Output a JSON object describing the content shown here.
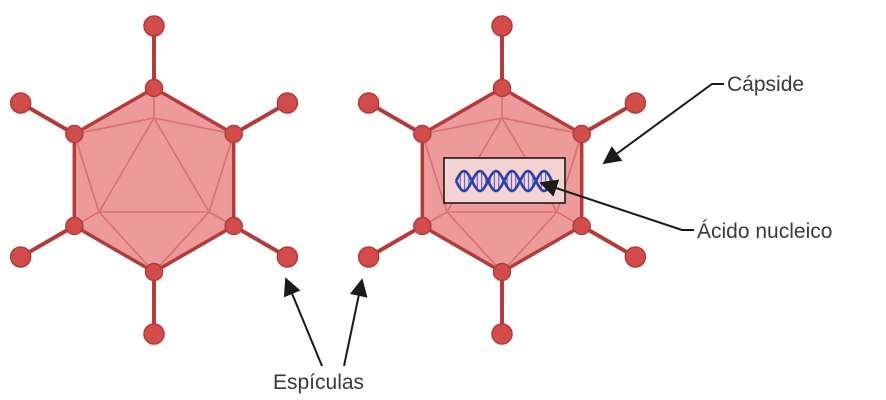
{
  "labels": {
    "capsid": "Cápside",
    "nucleic_acid": "Ácido nucleico",
    "spikes": "Espículas"
  },
  "colors": {
    "body_fill": "#ec9a9a",
    "face_stroke": "#d96f6f",
    "edge_stroke": "#b53a3a",
    "spike": "#b53a3a",
    "spike_tip": "#d24c4c",
    "dna_strand": "#2a3fa8",
    "dna_rung": "#5b6fd0",
    "arrow": "#1a1a1a",
    "text": "#3a3a3a"
  },
  "icons": {
    "virus_left": "icosahedral-virus-icon",
    "virus_right": "icosahedral-virus-icon",
    "dna": "dna-helix-icon"
  }
}
